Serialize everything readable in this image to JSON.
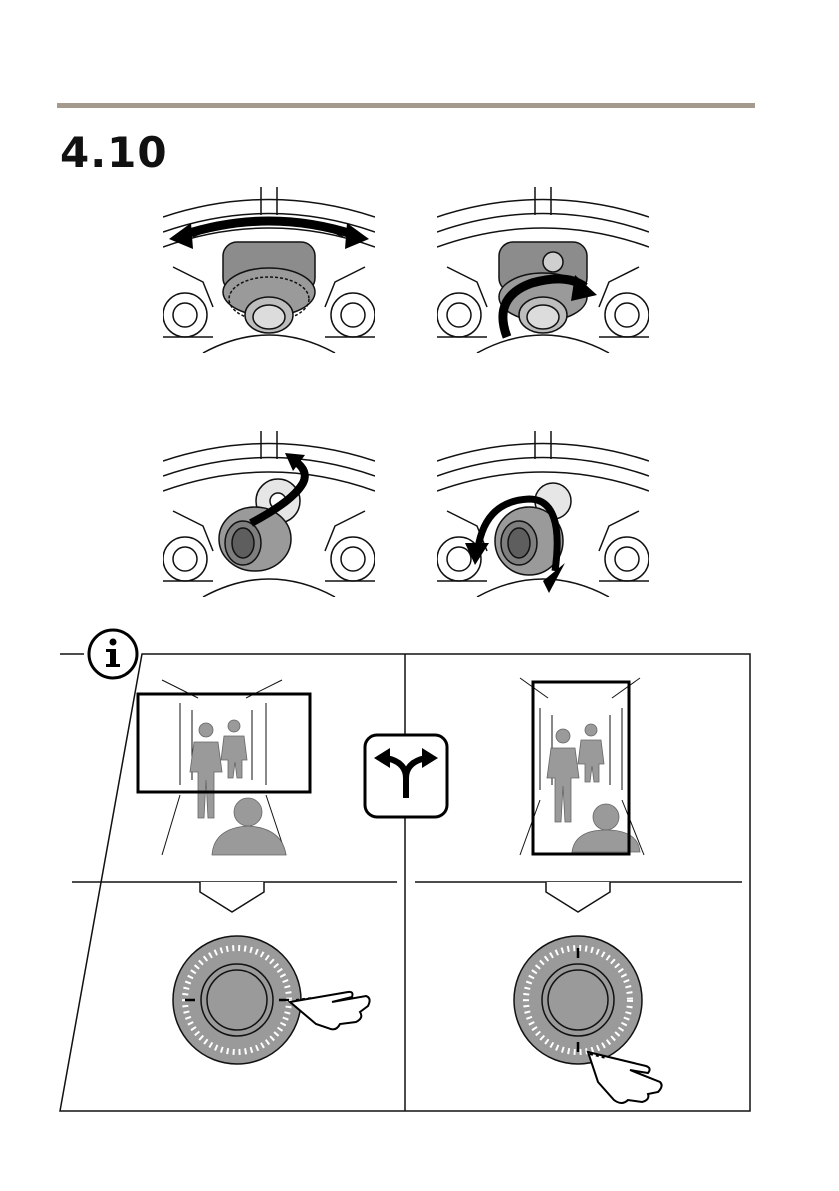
{
  "section": {
    "step_number": "4.10"
  },
  "figures": [
    {
      "id": "pan-adjust",
      "icon": "pan-rotate-arrow-icon"
    },
    {
      "id": "rotate-adjust",
      "icon": "rotate-arrow-icon"
    },
    {
      "id": "tilt-adjust",
      "icon": "tilt-arrow-icon"
    },
    {
      "id": "lens-rotate-adjust",
      "icon": "lens-rotate-arrow-icon"
    }
  ],
  "info_panel": {
    "icon": "info-icon",
    "options": [
      {
        "id": "landscape",
        "orientation": "horizontal"
      },
      {
        "id": "corridor",
        "orientation": "vertical"
      }
    ],
    "choice_icon": "fork-arrow-icon"
  },
  "colors": {
    "rule": "#a59a8e",
    "figure_gray": "#9a9a9a",
    "line": "#111111"
  }
}
